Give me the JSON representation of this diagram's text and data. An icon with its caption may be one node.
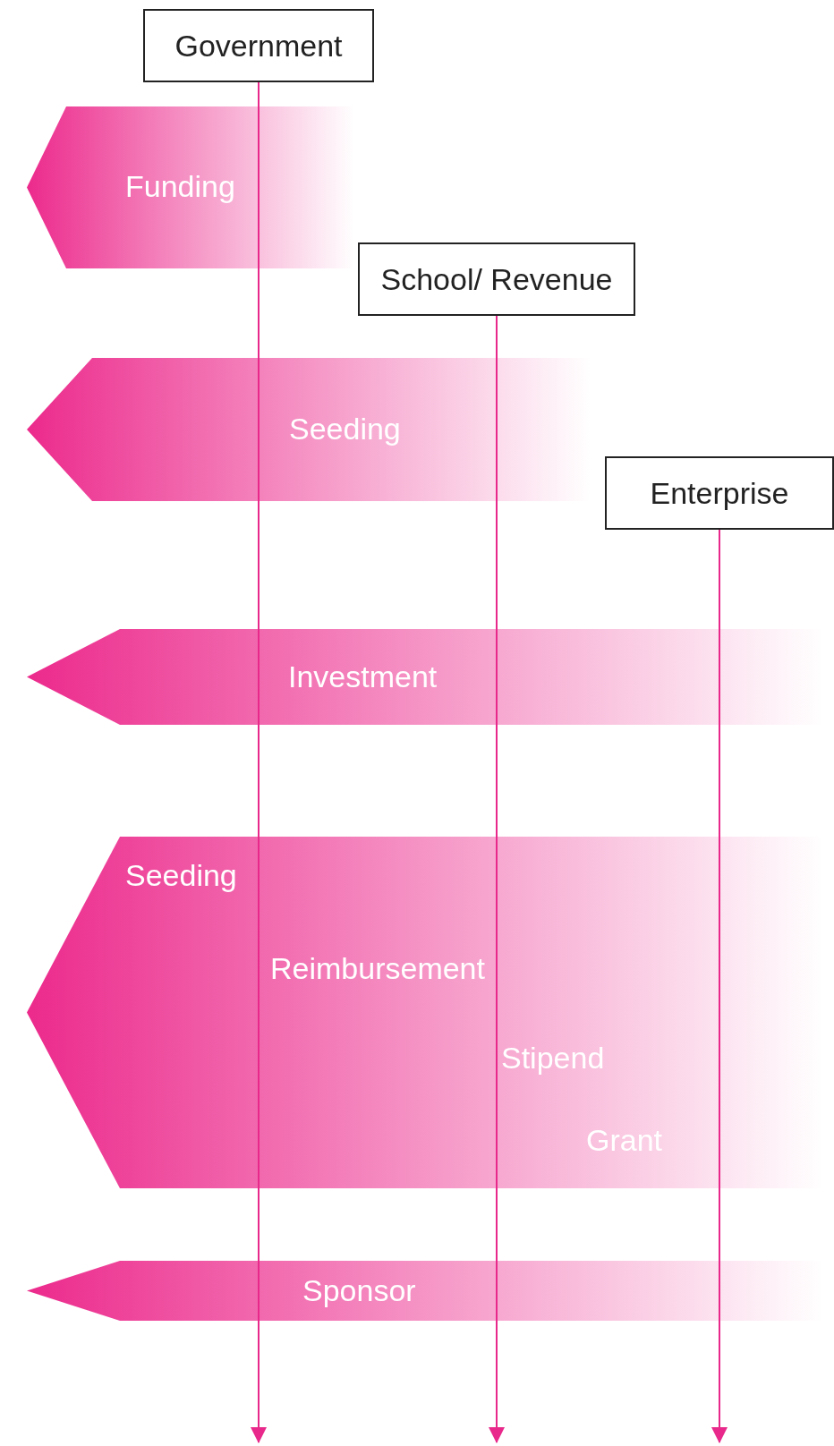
{
  "diagram": {
    "nodes": [
      {
        "text": [
          "Government"
        ]
      },
      {
        "text": [
          "Funding"
        ]
      },
      {
        "text": [
          "School/ Revenue"
        ]
      },
      {
        "text": [
          "Seeding"
        ]
      },
      {
        "text": [
          "Enterprise"
        ]
      },
      {
        "text": [
          "Investment"
        ]
      },
      {
        "text": [
          "Seeding",
          "Reimbursement",
          "Stipend",
          "Grant"
        ]
      },
      {
        "text": [
          "Sponsor"
        ]
      }
    ],
    "edges": [
      {
        "from": 0,
        "to": null,
        "arrow": "to"
      },
      {
        "from": 2,
        "to": null,
        "arrow": "to"
      },
      {
        "from": 4,
        "to": null,
        "arrow": "to"
      }
    ]
  }
}
